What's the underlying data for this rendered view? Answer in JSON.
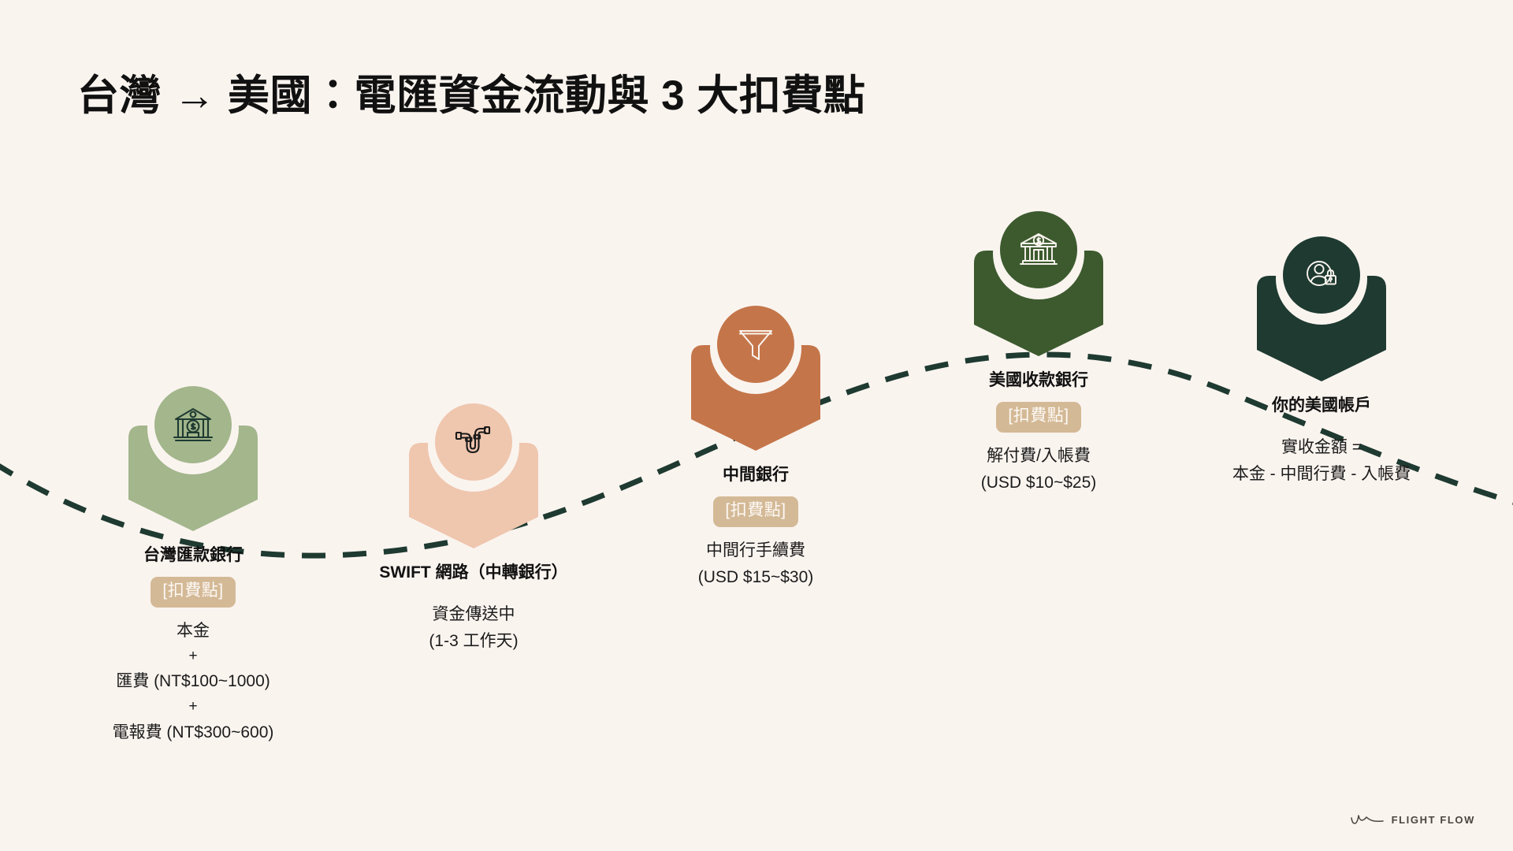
{
  "page": {
    "title": "台灣 → 美國：電匯資金流動與 3 大扣費點",
    "background_color": "#FAF4EF",
    "title_color": "#111111"
  },
  "flow": {
    "curve_color": "#1E3A31",
    "curve_style": "dashed",
    "fee_badge_color": "#D4B996",
    "fee_badge_text_color": "#FDF9F5"
  },
  "nodes": [
    {
      "id": "taiwan-remitting-bank",
      "title": "台灣匯款銀行",
      "fee_badge": "[扣費點]",
      "icon": "bank-dollar-icon",
      "badge_color": "#A3B68C",
      "icon_circle_color": "#A3B68C",
      "icon_stroke_color": "#1E3A31",
      "details": [
        "本金",
        "+",
        "匯費 (NT$100~1000)",
        "+",
        "電報費 (NT$300~600)"
      ]
    },
    {
      "id": "swift-network",
      "title": "SWIFT 網路（中轉銀行）",
      "fee_badge": "",
      "icon": "pipe-icon",
      "badge_color": "#EFC6AE",
      "icon_circle_color": "#EFC6AE",
      "icon_stroke_color": "#1A1A1A",
      "details": [
        "資金傳送中",
        "(1-3 工作天)"
      ]
    },
    {
      "id": "intermediary-bank",
      "title": "中間銀行",
      "fee_badge": "[扣費點]",
      "icon": "funnel-icon",
      "badge_color": "#C4764A",
      "icon_circle_color": "#C4764A",
      "icon_stroke_color": "#FAF4EF",
      "details": [
        "中間行手續費",
        "(USD $15~$30)"
      ]
    },
    {
      "id": "us-receiving-bank",
      "title": "美國收款銀行",
      "fee_badge": "[扣費點]",
      "icon": "bank-columns-dollar-icon",
      "badge_color": "#3C5A2E",
      "icon_circle_color": "#3C5A2E",
      "icon_stroke_color": "#FAF4EF",
      "details": [
        "解付費/入帳費",
        "(USD $10~$25)"
      ]
    },
    {
      "id": "your-us-account",
      "title": "你的美國帳戶",
      "fee_badge": "",
      "icon": "user-lock-icon",
      "badge_color": "#1E3A31",
      "icon_circle_color": "#1E3A31",
      "icon_stroke_color": "#FAF4EF",
      "details": [
        "實收金額 =",
        "本金 - 中間行費 - 入帳費"
      ]
    }
  ],
  "brand": {
    "name": "FLIGHT FLOW",
    "mark": "flight-path-squiggle-icon",
    "color": "#4A453F"
  }
}
